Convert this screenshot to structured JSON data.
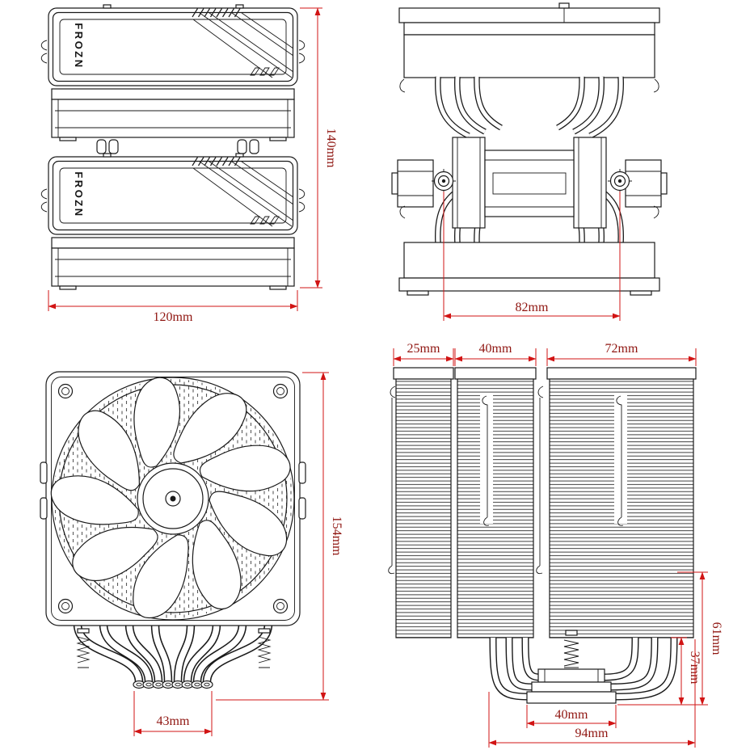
{
  "colors": {
    "outline": "#1a1a1a",
    "dimension_line": "#d11414",
    "dimension_text": "#8f1510",
    "background": "#ffffff"
  },
  "views": {
    "top": {
      "brand": "FROZN",
      "dims": {
        "height": "140mm",
        "width": "120mm"
      }
    },
    "front": {
      "dims": {
        "screw_spacing": "82mm"
      }
    },
    "fan_front": {
      "dims": {
        "total_height": "154mm",
        "heatpipe_cluster": "43mm"
      }
    },
    "side": {
      "dims": {
        "fan_thickness": "25mm",
        "front_fin_depth": "40mm",
        "rear_section_depth": "72mm",
        "heatpipe_height": "61mm",
        "base_section_height": "37mm",
        "base_width": "40mm",
        "total_depth": "94mm"
      }
    }
  }
}
